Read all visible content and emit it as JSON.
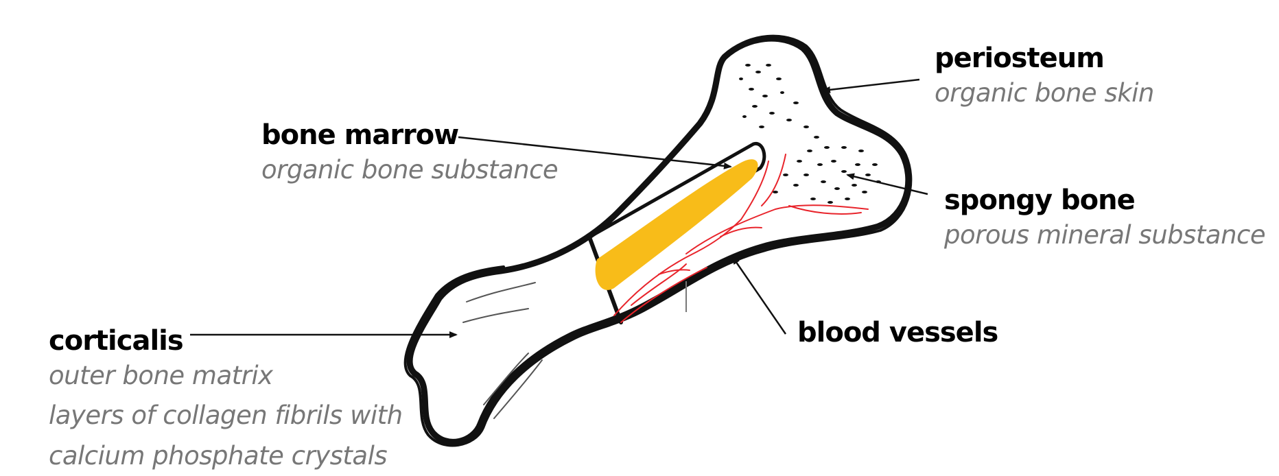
{
  "labels": {
    "periosteum": {
      "title": "periosteum",
      "subtitle": "organic bone skin"
    },
    "bone_marrow": {
      "title": "bone marrow",
      "subtitle": "organic bone substance"
    },
    "spongy_bone": {
      "title": "spongy bone",
      "subtitle": "porous mineral substance"
    },
    "blood_vessels": {
      "title": "blood vessels"
    },
    "corticalis": {
      "title": "corticalis",
      "subtitle_lines": [
        "outer bone matrix",
        "layers of collagen fibrils with",
        "calcium phosphate crystals"
      ]
    }
  },
  "colors": {
    "outline": "#111111",
    "marrow": "#F8BC19",
    "vessels": "#E8242B",
    "subtitle": "#777777"
  }
}
